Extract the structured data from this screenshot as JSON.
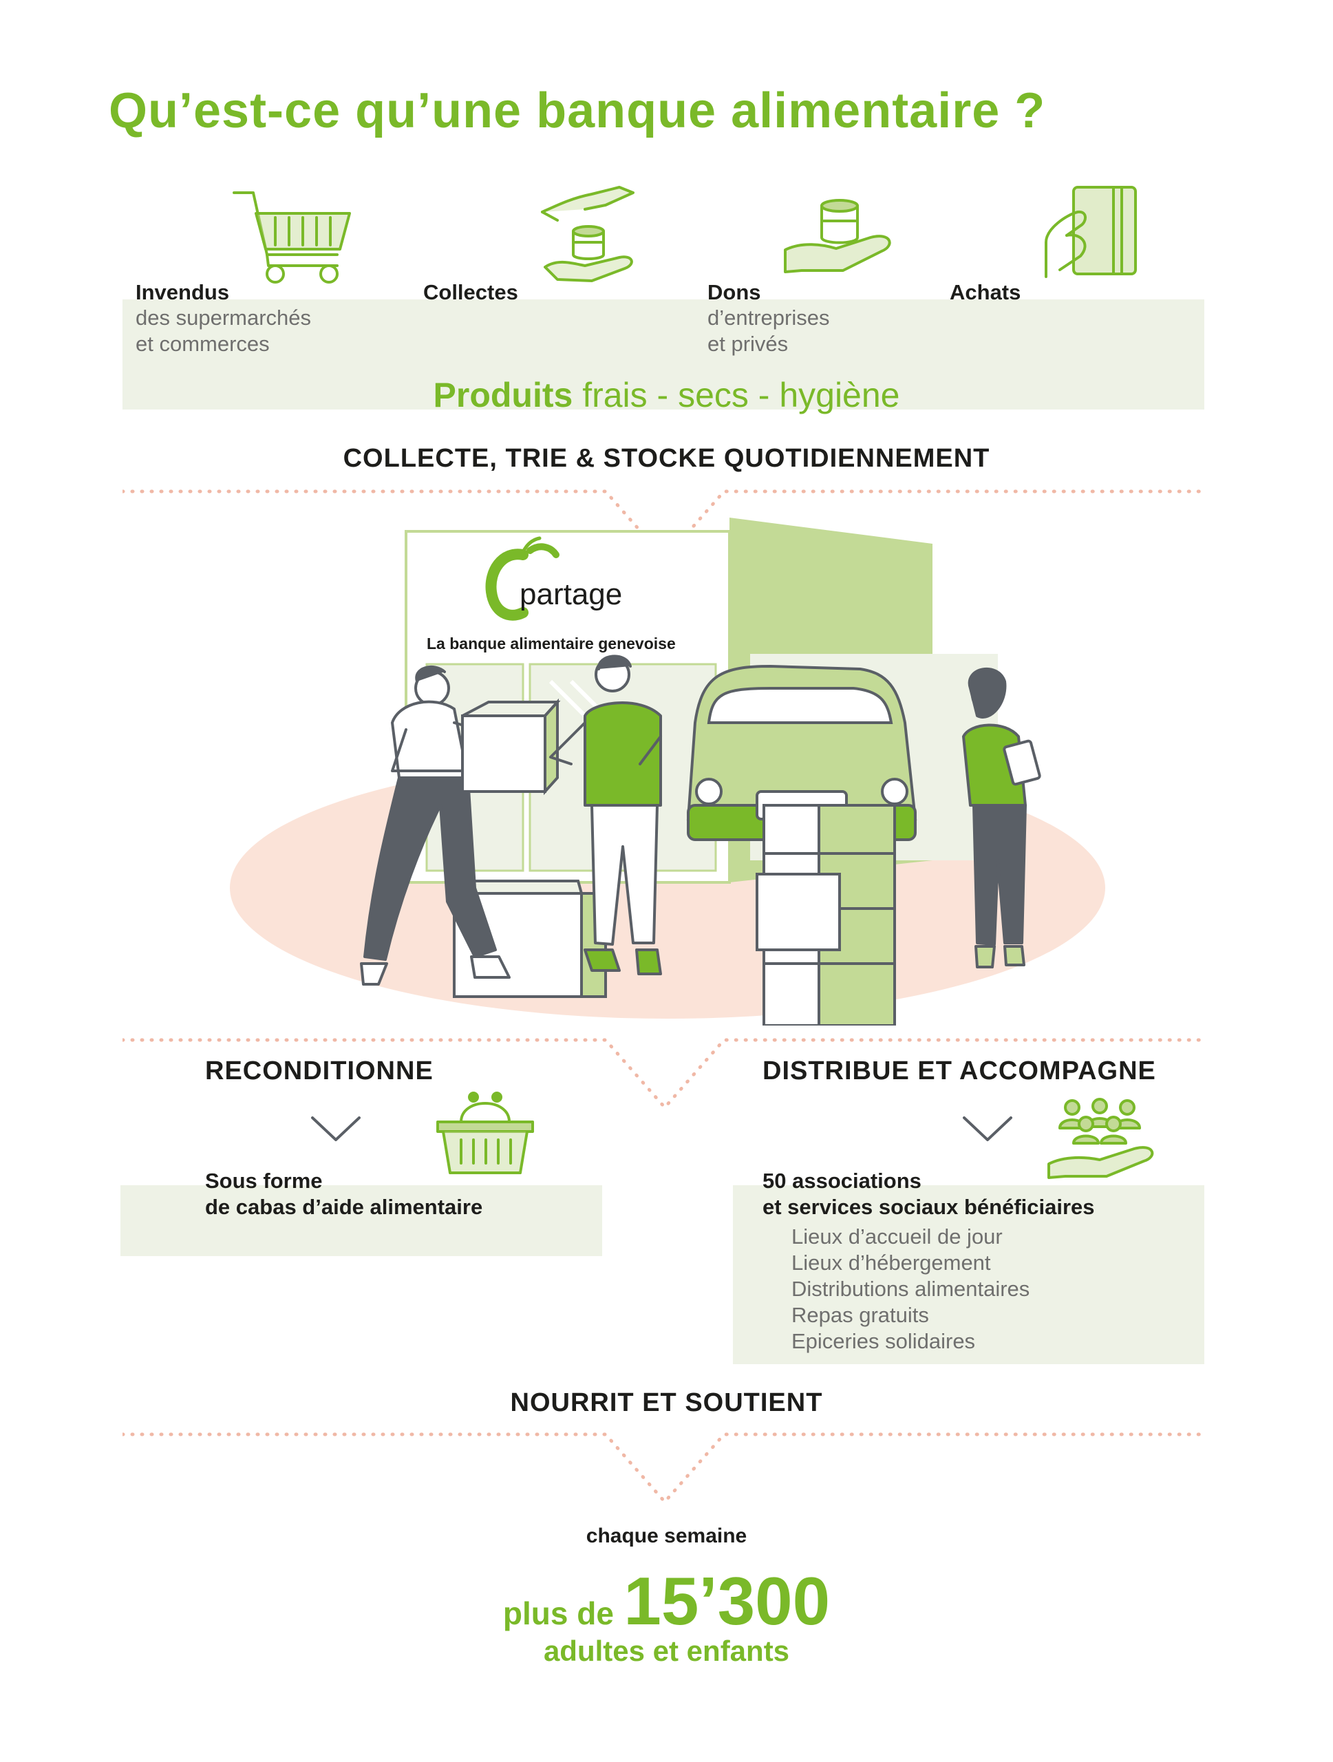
{
  "colors": {
    "green": "#7ab929",
    "light_green": "#c3da96",
    "panel": "#eef2e6",
    "dark": "#1d1d1b",
    "gray_text": "#6f6f6e",
    "salmon_dots": "#f0b8a6",
    "ellipse": "#fbe3d8",
    "pants": "#5a5f66"
  },
  "title": "Qu’est-ce qu’une banque alimentaire ?",
  "sources": [
    {
      "title": "Invendus",
      "subtitle_lines": [
        "des supermarchés",
        "et commerces"
      ],
      "icon": "shopping-cart-icon"
    },
    {
      "title": "Collectes",
      "subtitle_lines": [],
      "icon": "giving-hands-can-icon"
    },
    {
      "title": "Dons",
      "subtitle_lines": [
        "d’entreprises",
        "et privés"
      ],
      "icon": "hand-holding-can-icon"
    },
    {
      "title": "Achats",
      "subtitle_lines": [],
      "icon": "hand-card-icon"
    }
  ],
  "products": {
    "bold": "Produits",
    "rest": " frais - secs - hygiène"
  },
  "step1": "COLLECTE, TRIE & STOCKE QUOTIDIENNEMENT",
  "logo": {
    "name": "partage",
    "tagline": "La banque alimentaire genevoise"
  },
  "recondition": {
    "heading": "RECONDITIONNE",
    "lines": [
      "Sous forme",
      "de cabas d’aide alimentaire"
    ],
    "icon": "shopping-basket-icon"
  },
  "distribute": {
    "heading": "DISTRIBUE ET ACCOMPAGNE",
    "lines": [
      "50 associations",
      "et services sociaux bénéficiaires"
    ],
    "items": [
      "Lieux d’accueil de jour",
      "Lieux d’hébergement",
      "Distributions alimentaires",
      "Repas gratuits",
      "Epiceries solidaires"
    ],
    "icon": "hand-people-icon"
  },
  "step3": "NOURRIT ET SOUTIENT",
  "stat": {
    "period": "chaque semaine",
    "prefix": "plus de",
    "number": "15’300",
    "label": "adultes et enfants"
  }
}
